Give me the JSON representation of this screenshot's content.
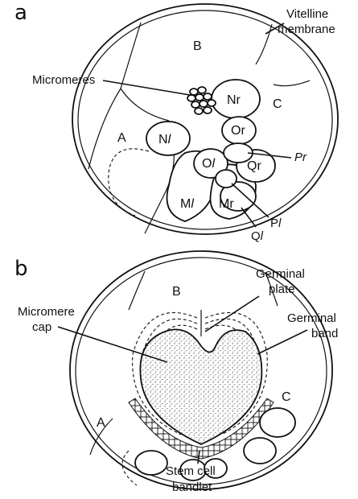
{
  "panel_a": {
    "letter": "a",
    "labels": {
      "vitelline_1": "Vitelline",
      "vitelline_2": "membrane",
      "micromeres": "Micromeres",
      "pr": "Pr",
      "ql": "Q",
      "pl": "P"
    },
    "cells": {
      "B": "B",
      "A": "A",
      "C": "C",
      "Nr": "Nr",
      "Or": "Or",
      "Qr": "Qr",
      "Nl": "N",
      "Ol": "O",
      "Ml": "M",
      "Mr": "Mr"
    },
    "italic_suffix": "l"
  },
  "panel_b": {
    "letter": "b",
    "labels": {
      "germinal_plate_1": "Germinal",
      "germinal_plate_2": "plate",
      "micromere_cap_1": "Micromere",
      "micromere_cap_2": "cap",
      "germinal_band_1": "Germinal",
      "germinal_band_2": "band",
      "stem_1": "Stem cell",
      "stem_2": "bandlet"
    },
    "cells": {
      "B": "B",
      "A": "A",
      "C": "C"
    }
  }
}
